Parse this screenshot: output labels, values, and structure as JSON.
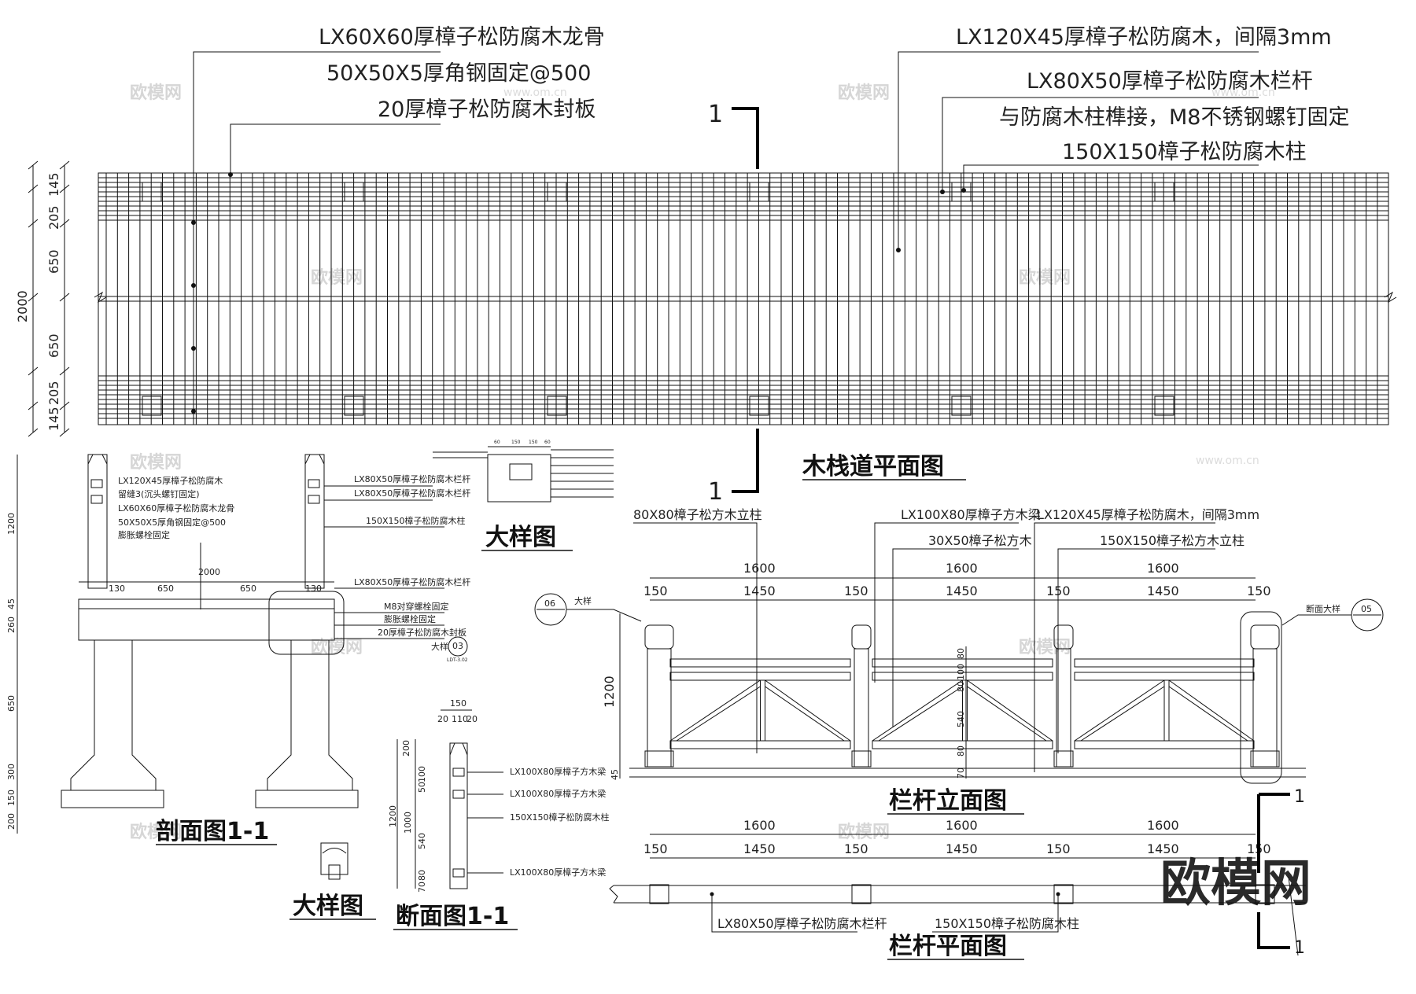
{
  "plan": {
    "title": "木栈道平面图",
    "labels_left": [
      "LX60X60厚樟子松防腐木龙骨",
      "50X50X5厚角钢固定@500",
      "20厚樟子松防腐木封板"
    ],
    "labels_right": [
      "LX120X45厚樟子松防腐木，间隔3mm",
      "LX80X50厚樟子松防腐木栏杆",
      "与防腐木柱榫接，M8不锈钢螺钉固定",
      "150X150樟子松防腐木柱"
    ],
    "dims": [
      "145",
      "205",
      "650",
      "650",
      "205",
      "145"
    ],
    "total": "2000",
    "section_mark": "1"
  },
  "section": {
    "title": "剖面图1-1",
    "left_labels": [
      "LX120X45厚樟子松防腐木",
      "留缝3(沉头螺钉固定)",
      "LX60X60厚樟子松防腐木龙骨",
      "50X50X5厚角钢固定@500",
      "膨胀螺栓固定"
    ],
    "right_labels": [
      "LX80X50厚樟子松防腐木栏杆",
      "LX80X50厚樟子松防腐木栏杆",
      "150X150樟子松防腐木柱",
      "LX80X50厚樟子松防腐木栏杆",
      "M8对穿螺栓固定",
      "膨胀螺栓固定",
      "20厚樟子松防腐木封板",
      "大样"
    ],
    "dims_top": [
      "2000",
      "130",
      "650",
      "650",
      "130"
    ],
    "dims_left": [
      "1200",
      "45",
      "260",
      "650",
      "300",
      "150",
      "200"
    ],
    "callout": {
      "num": "03",
      "ref": "LDT-3.02"
    }
  },
  "detail_top": {
    "title": "大样图",
    "dims": [
      "60",
      "150",
      "150",
      "60"
    ]
  },
  "detail_small": {
    "title": "大样图"
  },
  "cut": {
    "title": "断面图1-1",
    "dims_top": [
      "150",
      "20",
      "110",
      "20"
    ],
    "dims_left": [
      "200",
      "100",
      "50",
      "1200",
      "1000",
      "540",
      "80",
      "70"
    ],
    "labels": [
      "LX100X80厚樟子方木梁",
      "LX100X80厚樟子方木梁",
      "150X150樟子松防腐木柱",
      "LX100X80厚樟子方木梁"
    ]
  },
  "elev": {
    "title": "栏杆立面图",
    "labels": [
      "80X80樟子松方木立柱",
      "LX100X80厚樟子方木梁",
      "30X50樟子松方木",
      "LX120X45厚樟子松防腐木，间隔3mm",
      "150X150樟子松方木立柱"
    ],
    "dims_top": [
      "1600",
      "1600",
      "1600"
    ],
    "dims_sub": [
      "150",
      "1450",
      "150",
      "1450",
      "150",
      "1450",
      "150"
    ],
    "dims_left": "1200",
    "dims_right": [
      "80",
      "100",
      "80",
      "540",
      "80",
      "70",
      "45"
    ],
    "callout_left": {
      "num": "06",
      "text": "大样"
    },
    "callout_right": {
      "num": "05",
      "text": "断面大样"
    }
  },
  "rail_plan": {
    "title": "栏杆平面图",
    "dims_top": [
      "1600",
      "1600",
      "1600"
    ],
    "dims_sub": [
      "150",
      "1450",
      "150",
      "1450",
      "150",
      "1450",
      "150"
    ],
    "labels": [
      "LX80X50厚樟子松防腐木栏杆",
      "150X150樟子松防腐木柱"
    ],
    "section_mark": "1"
  },
  "watermark": {
    "brand": "欧模网",
    "small": "欧模网",
    "url": "www.om.cn"
  }
}
